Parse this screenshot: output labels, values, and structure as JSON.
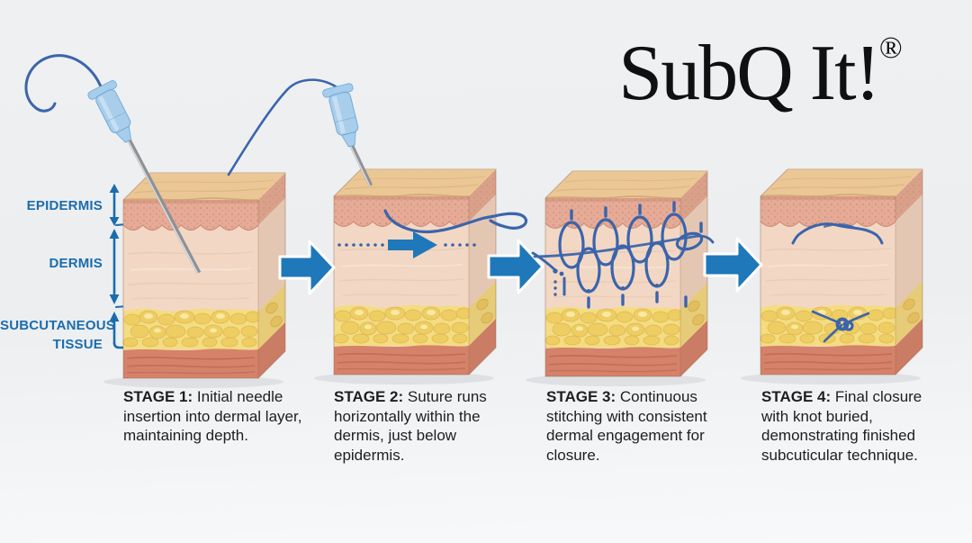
{
  "logo": {
    "text": "SubQ It!",
    "registered_mark": "®"
  },
  "skin_layers": {
    "labels": [
      {
        "id": "epidermis",
        "text": "EPIDERMIS"
      },
      {
        "id": "dermis",
        "text": "DERMIS"
      },
      {
        "id": "subcutaneous",
        "text": "SUBCUTANEOUS TISSUE"
      }
    ]
  },
  "stages": [
    {
      "label": "STAGE 1:",
      "text": "Initial needle insertion into dermal layer, maintaining depth."
    },
    {
      "label": "STAGE 2:",
      "text": "Suture runs horizontally within the dermis, just below epidermis."
    },
    {
      "label": "STAGE 3:",
      "text": "Continuous stitching with consistent dermal engagement for closure."
    },
    {
      "label": "STAGE 4:",
      "text": "Final closure with knot buried, demonstrating finished subcuticular technique."
    }
  ],
  "colors": {
    "bg_top": "#eef0f2",
    "bg_bottom": "#f8f9fa",
    "logo_text": "#101010",
    "caption_text": "#1e1e20",
    "label_blue": "#1a6dad",
    "arrow_blue": "#1e78ba",
    "suture_blue": "#3b64ab",
    "needle_metal": "#8e9196",
    "needle_highlight": "#d9dbde",
    "hub_blue": "#a6cdec",
    "hub_blue_dark": "#6ea6d4",
    "skin_top": "#ebc795",
    "epidermis_pink": "#e5ab96",
    "epidermis_dot": "#c97f6a",
    "dermis_peach": "#f2d8c4",
    "fat_yellow": "#f4dc81",
    "fat_lobule": "#eecd63",
    "muscle_red": "#d5826b",
    "muscle_streak": "#b45a43"
  }
}
